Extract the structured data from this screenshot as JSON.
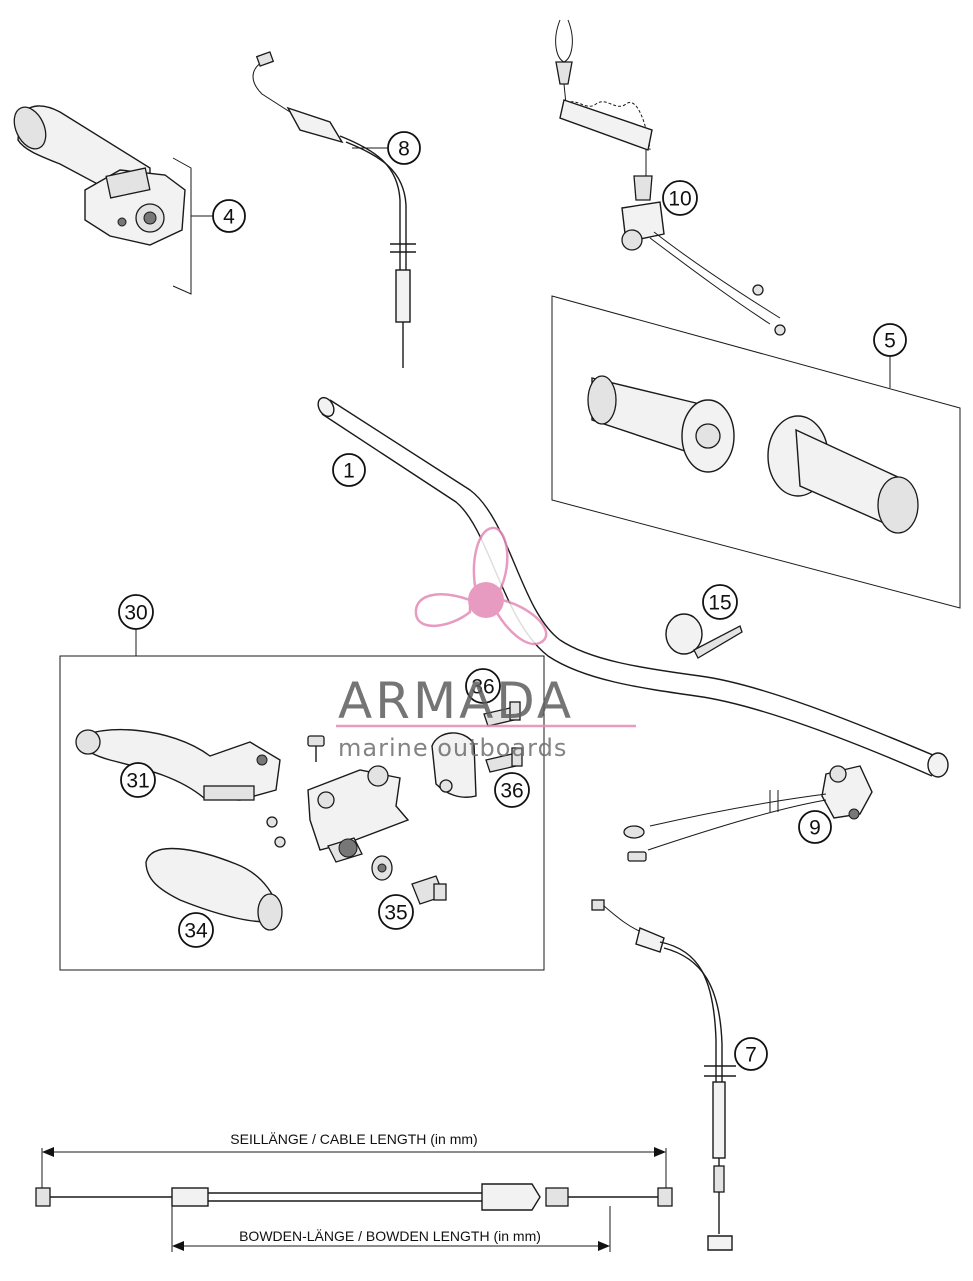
{
  "diagram": {
    "callouts": [
      {
        "id": "c1",
        "label": "1"
      },
      {
        "id": "c4",
        "label": "4"
      },
      {
        "id": "c5",
        "label": "5"
      },
      {
        "id": "c7",
        "label": "7"
      },
      {
        "id": "c8",
        "label": "8"
      },
      {
        "id": "c9",
        "label": "9"
      },
      {
        "id": "c10",
        "label": "10"
      },
      {
        "id": "c15",
        "label": "15"
      },
      {
        "id": "c30",
        "label": "30"
      },
      {
        "id": "c31",
        "label": "31"
      },
      {
        "id": "c34",
        "label": "34"
      },
      {
        "id": "c35",
        "label": "35"
      },
      {
        "id": "c36a",
        "label": "36"
      },
      {
        "id": "c36b",
        "label": "36"
      }
    ],
    "dimensions": {
      "cable_length": "SEILLÄNGE / CABLE LENGTH (in mm)",
      "bowden_length": "BOWDEN-LÄNGE / BOWDEN LENGTH (in mm)"
    }
  },
  "watermark": {
    "title": "ARMADA",
    "subtitle": "marine outboards",
    "colors": {
      "accent": "#e58ab6",
      "text": "#5e5e5e"
    }
  }
}
